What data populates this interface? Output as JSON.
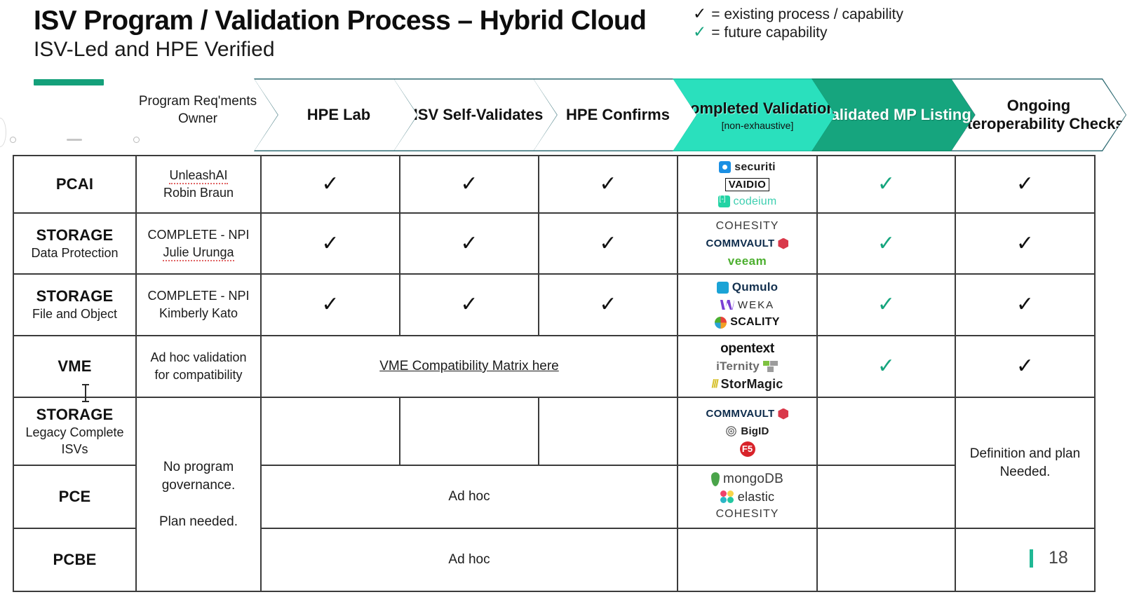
{
  "header": {
    "title": "ISV Program / Validation Process – Hybrid Cloud",
    "subtitle": "ISV-Led and HPE Verified"
  },
  "legend": {
    "existing": {
      "mark": "✓",
      "text": "= existing process / capability",
      "color": "#111111"
    },
    "future": {
      "mark": "✓",
      "text": "= future capability",
      "color": "#16a57e"
    }
  },
  "columns": {
    "owner_header": "Program Req'ments Owner",
    "stages": [
      {
        "label": "HPE Lab",
        "sub": "",
        "style": "outline"
      },
      {
        "label": "ISV Self-Validates",
        "sub": "",
        "style": "outline"
      },
      {
        "label": "HPE Confirms",
        "sub": "",
        "style": "outline"
      },
      {
        "label": "Completed Validation",
        "sub": "[non-exhaustive]",
        "style": "aqua"
      },
      {
        "label": "Validated MP Listing",
        "sub": "",
        "style": "teal"
      },
      {
        "label": "Ongoing Interoperability Checks",
        "sub": "",
        "style": "outline"
      }
    ]
  },
  "rows": [
    {
      "name": "PCAI",
      "name_sub": "",
      "owner_line1": "UnleashAI",
      "owner_line2": "Robin Braun",
      "owner_line1_misspelled": true,
      "owner_line2_misspelled": false,
      "lab": "✓",
      "self": "✓",
      "confirms": "✓",
      "mp": "✓",
      "mp_green": true,
      "ongoing": "✓",
      "logos": [
        "securiti",
        "VAIDIO",
        "codeium"
      ]
    },
    {
      "name": "STORAGE",
      "name_sub": "Data Protection",
      "owner_line1": "COMPLETE - NPI",
      "owner_line2": "Julie Urunga",
      "owner_line1_misspelled": false,
      "owner_line2_misspelled": true,
      "lab": "✓",
      "self": "✓",
      "confirms": "✓",
      "mp": "✓",
      "mp_green": true,
      "ongoing": "✓",
      "logos": [
        "COHESITY",
        "COMMVAULT",
        "veeam"
      ]
    },
    {
      "name": "STORAGE",
      "name_sub": "File and Object",
      "owner_line1": "COMPLETE - NPI",
      "owner_line2": "Kimberly Kato",
      "owner_line1_misspelled": false,
      "owner_line2_misspelled": false,
      "lab": "✓",
      "self": "✓",
      "confirms": "✓",
      "mp": "✓",
      "mp_green": true,
      "ongoing": "✓",
      "logos": [
        "Qumulo",
        "WEKA",
        "SCALITY"
      ]
    },
    {
      "name": "VME",
      "name_sub": "",
      "owner_line1": "Ad hoc validation",
      "owner_line2": "for compatibility",
      "owner_line1_misspelled": false,
      "owner_line2_misspelled": false,
      "span_link": "VME Compatibility Matrix here",
      "mp": "✓",
      "mp_green": true,
      "ongoing": "✓",
      "logos": [
        "opentext",
        "iTernity",
        "StorMagic"
      ]
    },
    {
      "name": "STORAGE",
      "name_sub": "Legacy Complete ISVs",
      "lab": "",
      "self": "",
      "confirms": "",
      "mp": "",
      "ongoing": "",
      "logos": [
        "COMMVAULT",
        "BigID",
        "F5"
      ]
    },
    {
      "name": "PCE",
      "name_sub": "",
      "span_adhoc": "Ad hoc",
      "mp": "",
      "logos": [
        "mongoDB",
        "elastic",
        "COHESITY"
      ]
    },
    {
      "name": "PCBE",
      "name_sub": "",
      "span_adhoc": "Ad hoc",
      "mp": "",
      "logos": []
    }
  ],
  "merged": {
    "governance_note": "No program governance.\n\nPlan needed.",
    "governance_line1": "No program governance.",
    "governance_line2": "Plan needed.",
    "definition_line1": "Definition and plan",
    "definition_line2": "Needed."
  },
  "footer": {
    "slide_number": "18",
    "accent_color": "#1fb894"
  }
}
